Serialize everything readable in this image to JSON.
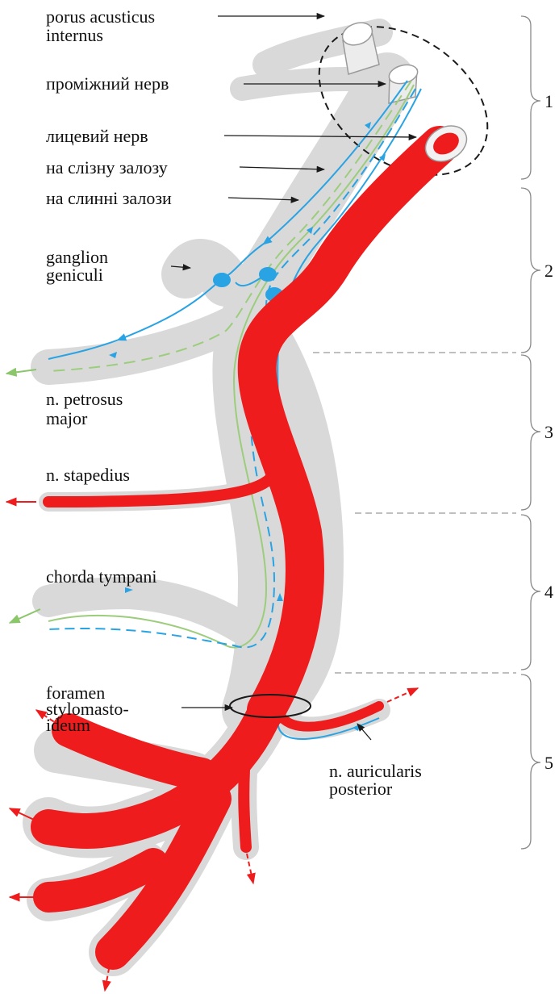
{
  "labels": {
    "porus_line1": "porus acusticus",
    "porus_line2": "internus",
    "intermediate_nerve": "проміжний нерв",
    "facial_nerve": "лицевий нерв",
    "to_lacrimal_gland": "на слізну залозу",
    "to_salivary_glands": "на слинні залози",
    "ganglion_line1": "ganglion",
    "ganglion_line2": "geniculi",
    "petrosus_line1": "n. petrosus",
    "petrosus_line2": "major",
    "stapedius": "n. stapedius",
    "chorda": "chorda tympani",
    "foramen_line1": "foramen",
    "foramen_line2": "stylomasto-",
    "foramen_line3": "ideum",
    "auricularis_line1": "n. auricularis",
    "auricularis_line2": "posterior"
  },
  "segments": [
    "1",
    "2",
    "3",
    "4",
    "5"
  ],
  "colors": {
    "motor": "#ee1c1c",
    "sensory": "#29a3e3",
    "parasympathetic": "#9ccd7c",
    "canal": "#d9d9d9",
    "ink": "#1a1a1a",
    "divider": "#aaaaaa"
  }
}
